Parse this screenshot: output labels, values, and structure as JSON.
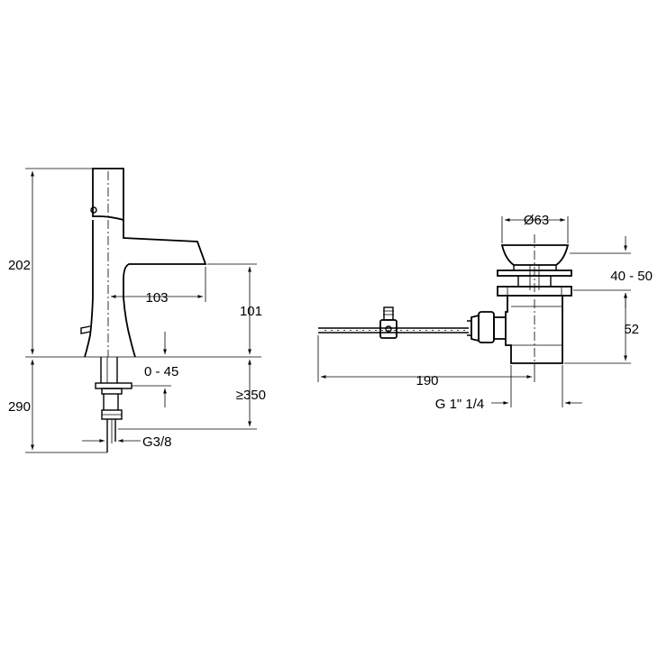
{
  "faucet": {
    "dims": {
      "overall_height": "202",
      "total_below": "290",
      "spout_reach": "103",
      "spout_height": "101",
      "deck_thickness": "0 - 45",
      "hose_length": "≥350",
      "connection": "G3/8"
    }
  },
  "drain": {
    "dims": {
      "cap_diameter": "Ø63",
      "range": "40 - 50",
      "body_height": "52",
      "rod_length": "190",
      "thread": "G 1\" 1/4"
    }
  },
  "colors": {
    "ink": "#000000",
    "background": "#ffffff"
  }
}
